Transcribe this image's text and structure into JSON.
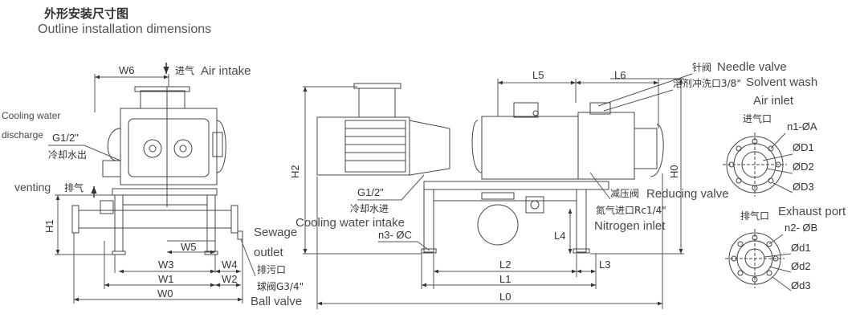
{
  "title": {
    "zh": "外形安装尺寸图",
    "en": "Outline installation dimensions"
  },
  "left_view": {
    "w6": "W6",
    "intake_zh": "进气",
    "intake_en": "Air intake",
    "cooling_discharge_en_1": "Cooling water",
    "cooling_discharge_en_2": "discharge",
    "g12": "G1/2\"",
    "cooling_discharge_zh": "冷却水出",
    "venting_en": "venting",
    "venting_zh": "排气",
    "h1": "H1",
    "w5": "W5",
    "w3": "W3",
    "w4": "W4",
    "w1": "W1",
    "w2": "W2",
    "w0": "W0",
    "sewage_en_1": "Sewage",
    "sewage_en_2": "outlet",
    "sewage_zh": "排污口",
    "ball_valve_zh": "球阀G3/4\"",
    "ball_valve_en": "Ball valve"
  },
  "side_view": {
    "h2": "H2",
    "h0": "H0",
    "l5": "L5",
    "l6": "L6",
    "needle_zh": "针阀",
    "needle_en": "Needle valve",
    "solvent_zh": "溶剂冲洗口3/8\"",
    "solvent_en": "Solvent wash",
    "g12": "G1/2\"",
    "cooling_intake_zh": "冷却水进",
    "cooling_intake_en": "Cooling water intake",
    "n3c": "n3- ØC",
    "reducing_zh": "减压阀",
    "reducing_en": "Reducing valve",
    "nitrogen_zh": "氮气进口Rc1/4\"",
    "nitrogen_en": "Nitrogen inlet",
    "l4": "L4",
    "l2": "L2",
    "l3": "L3",
    "l1": "L1",
    "l0": "L0"
  },
  "flanges": {
    "air_inlet_en": "Air inlet",
    "air_inlet_zh": "进气口",
    "n1a": "n1-ØA",
    "d1": "ØD1",
    "d2": "ØD2",
    "d3": "ØD3",
    "exhaust_zh": "排气口",
    "exhaust_en": "Exhaust port",
    "n2b": "n2- ØB",
    "dd1": "Ød1",
    "dd2": "Ød2",
    "dd3": "Ød3"
  }
}
